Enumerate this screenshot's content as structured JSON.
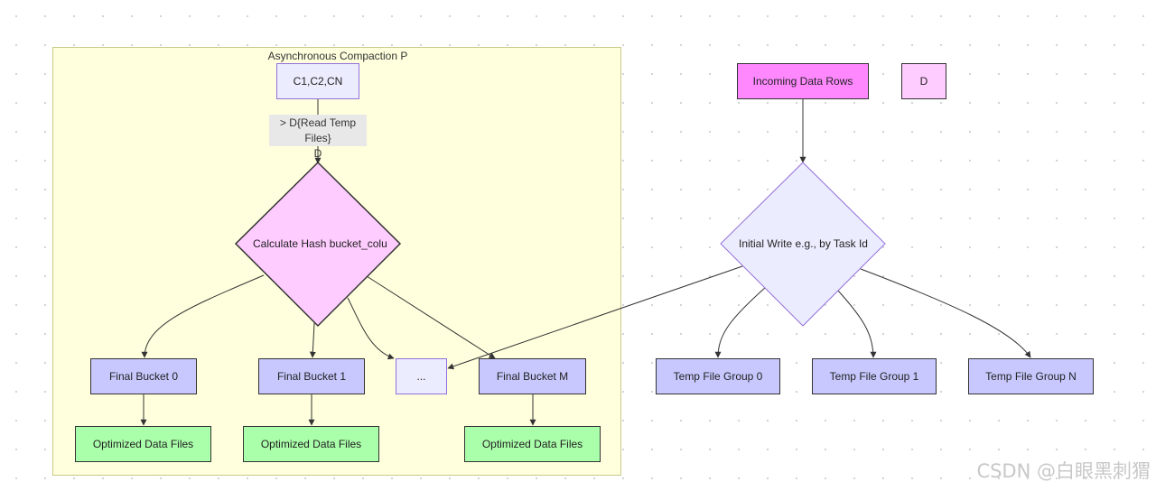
{
  "cluster": {
    "title": "Asynchronous Compaction P"
  },
  "nodes": {
    "c_inputs": "C1,C2,CN",
    "read_label_line1": "> D{Read Temp Files}",
    "read_label_line2": "D",
    "hash": "Calculate Hash bucket_colu",
    "final_bucket_0": "Final Bucket 0",
    "final_bucket_1": "Final Bucket 1",
    "ellipsis": "...",
    "final_bucket_m": "Final Bucket M",
    "optimized_0": "Optimized Data Files",
    "optimized_1": "Optimized Data Files",
    "optimized_m": "Optimized Data Files",
    "incoming": "Incoming Data Rows",
    "d_node": "D",
    "initial_write": "Initial Write e.g., by Task Id",
    "temp_group_0": "Temp File Group 0",
    "temp_group_1": "Temp File Group 1",
    "temp_group_n": "Temp File Group N"
  },
  "colors": {
    "cluster_fill": "#ffffde",
    "default_node": "#ececff",
    "bucket_fill": "#c8c8ff",
    "optimized_fill": "#aaffaa",
    "incoming_fill": "#ff88ff",
    "hash_fill": "#ffccff",
    "edge": "#333333"
  },
  "watermark": "CSDN @白眼黑刺猬"
}
